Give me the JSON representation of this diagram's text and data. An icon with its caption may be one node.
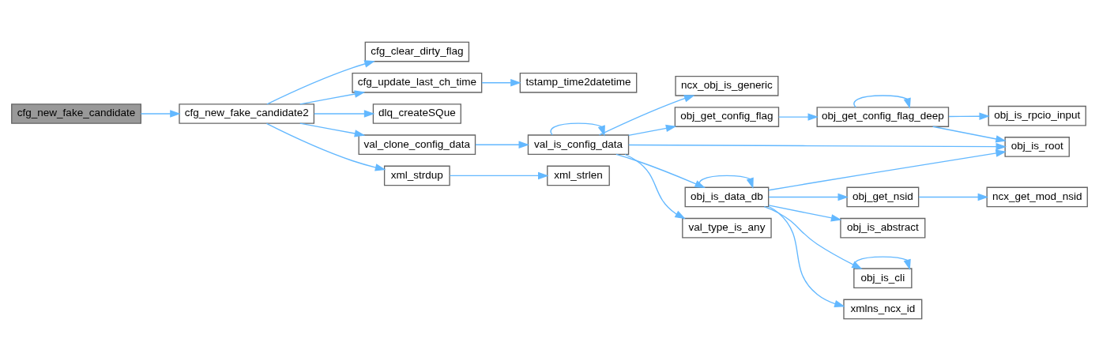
{
  "diagram": {
    "nodes": [
      {
        "text": [
          "cfg_new_fake_candidate"
        ]
      },
      {
        "text": [
          "cfg_new_fake_candidate2"
        ]
      },
      {
        "text": [
          "cfg_clear_dirty_flag"
        ]
      },
      {
        "text": [
          "cfg_update_last_ch_time"
        ]
      },
      {
        "text": [
          "tstamp_time2datetime"
        ]
      },
      {
        "text": [
          "dlq_createSQue"
        ]
      },
      {
        "text": [
          "val_clone_config_data"
        ]
      },
      {
        "text": [
          "val_is_config_data"
        ]
      },
      {
        "text": [
          "xml_strdup"
        ]
      },
      {
        "text": [
          "xml_strlen"
        ]
      },
      {
        "text": [
          "ncx_obj_is_generic"
        ]
      },
      {
        "text": [
          "obj_get_config_flag"
        ]
      },
      {
        "text": [
          "obj_get_config_flag_deep"
        ]
      },
      {
        "text": [
          "obj_is_rpcio_input"
        ]
      },
      {
        "text": [
          "obj_is_root"
        ]
      },
      {
        "text": [
          "obj_is_data_db"
        ]
      },
      {
        "text": [
          "val_type_is_any"
        ]
      },
      {
        "text": [
          "obj_get_nsid"
        ]
      },
      {
        "text": [
          "ncx_get_mod_nsid"
        ]
      },
      {
        "text": [
          "obj_is_abstract"
        ]
      },
      {
        "text": [
          "obj_is_cli"
        ]
      },
      {
        "text": [
          "xmlns_ncx_id"
        ]
      }
    ],
    "edges": [
      {
        "from": 0,
        "to": 1,
        "arrow": "to"
      },
      {
        "from": 1,
        "to": 2,
        "arrow": "to"
      },
      {
        "from": 1,
        "to": 3,
        "arrow": "to"
      },
      {
        "from": 1,
        "to": 5,
        "arrow": "to"
      },
      {
        "from": 1,
        "to": 6,
        "arrow": "to"
      },
      {
        "from": 1,
        "to": 8,
        "arrow": "to"
      },
      {
        "from": 3,
        "to": 4,
        "arrow": "to"
      },
      {
        "from": 6,
        "to": 7,
        "arrow": "to"
      },
      {
        "from": 8,
        "to": 9,
        "arrow": "to"
      },
      {
        "from": 7,
        "to": 7,
        "arrow": "to"
      },
      {
        "from": 7,
        "to": 10,
        "arrow": "to"
      },
      {
        "from": 7,
        "to": 11,
        "arrow": "to"
      },
      {
        "from": 7,
        "to": 14,
        "arrow": "to"
      },
      {
        "from": 7,
        "to": 15,
        "arrow": "to"
      },
      {
        "from": 7,
        "to": 16,
        "arrow": "to"
      },
      {
        "from": 11,
        "to": 12,
        "arrow": "to"
      },
      {
        "from": 12,
        "to": 12,
        "arrow": "to"
      },
      {
        "from": 12,
        "to": 13,
        "arrow": "to"
      },
      {
        "from": 12,
        "to": 14,
        "arrow": "to"
      },
      {
        "from": 15,
        "to": 15,
        "arrow": "to"
      },
      {
        "from": 15,
        "to": 14,
        "arrow": "to"
      },
      {
        "from": 15,
        "to": 17,
        "arrow": "to"
      },
      {
        "from": 15,
        "to": 19,
        "arrow": "to"
      },
      {
        "from": 15,
        "to": 20,
        "arrow": "to"
      },
      {
        "from": 15,
        "to": 21,
        "arrow": "to"
      },
      {
        "from": 17,
        "to": 18,
        "arrow": "to"
      },
      {
        "from": 20,
        "to": 20,
        "arrow": "to"
      }
    ]
  }
}
